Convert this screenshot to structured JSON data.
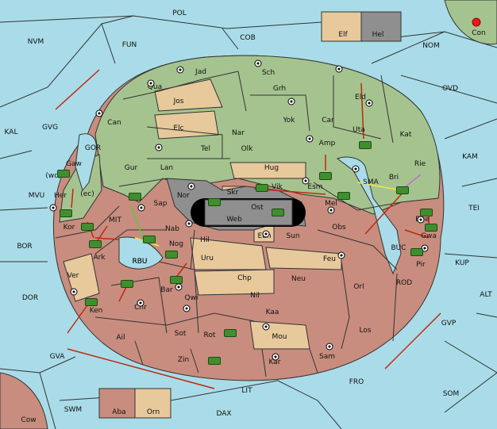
{
  "colors": {
    "sea": "#a9dce8",
    "land_green": "#a5c38f",
    "land_tan": "#e7c99c",
    "land_rose": "#c88d7f",
    "land_gray": "#8f8f8f",
    "unit_green": "#3f8f2e",
    "order_red": "#c0280f"
  },
  "outer_seas": [
    "POL",
    "NVM",
    "FUN",
    "COB",
    "NOM",
    "OVD",
    "KAL",
    "KAM",
    "TEI",
    "MVU",
    "BOR",
    "DOR",
    "KUP",
    "ALT",
    "SOM",
    "FRO",
    "SWM",
    "LIT",
    "DAX"
  ],
  "inner_regions": [
    "Jad",
    "Sch",
    "Qua",
    "Jos",
    "Grh",
    "Eld",
    "Can",
    "Elc",
    "Nar",
    "Yok",
    "Car",
    "Uta",
    "Kat",
    "Tel",
    "Olk",
    "Amp",
    "Gur",
    "Lan",
    "Hug",
    "Rie",
    "Nor",
    "Skr",
    "Vik",
    "Esm",
    "SMA",
    "Bri",
    "Sap",
    "Ost",
    "Web",
    "Mel",
    "Obs",
    "Her",
    "Gaw",
    "Kor",
    "Nab",
    "Hil",
    "Eun",
    "Sun",
    "Bue",
    "Gwa",
    "Ark",
    "Nog",
    "Uru",
    "Feu",
    "Pir",
    "Ver",
    "RBU",
    "Chp",
    "Neu",
    "Bar",
    "Qwi",
    "Orl",
    "Chr",
    "Nil",
    "Ken",
    "Kaa",
    "Los",
    "Sot",
    "Ail",
    "Rot",
    "Mou",
    "Zin",
    "Kar",
    "Sam"
  ],
  "small_labels": [
    "GVG",
    "GOR",
    "MIT",
    "RBU",
    "GVA",
    "GVP",
    "BUC",
    "ROD",
    "(wc)",
    "(ec)"
  ],
  "home_centers": [
    "Elf",
    "Hel",
    "Con",
    "Aba",
    "Orn",
    "Cow"
  ]
}
